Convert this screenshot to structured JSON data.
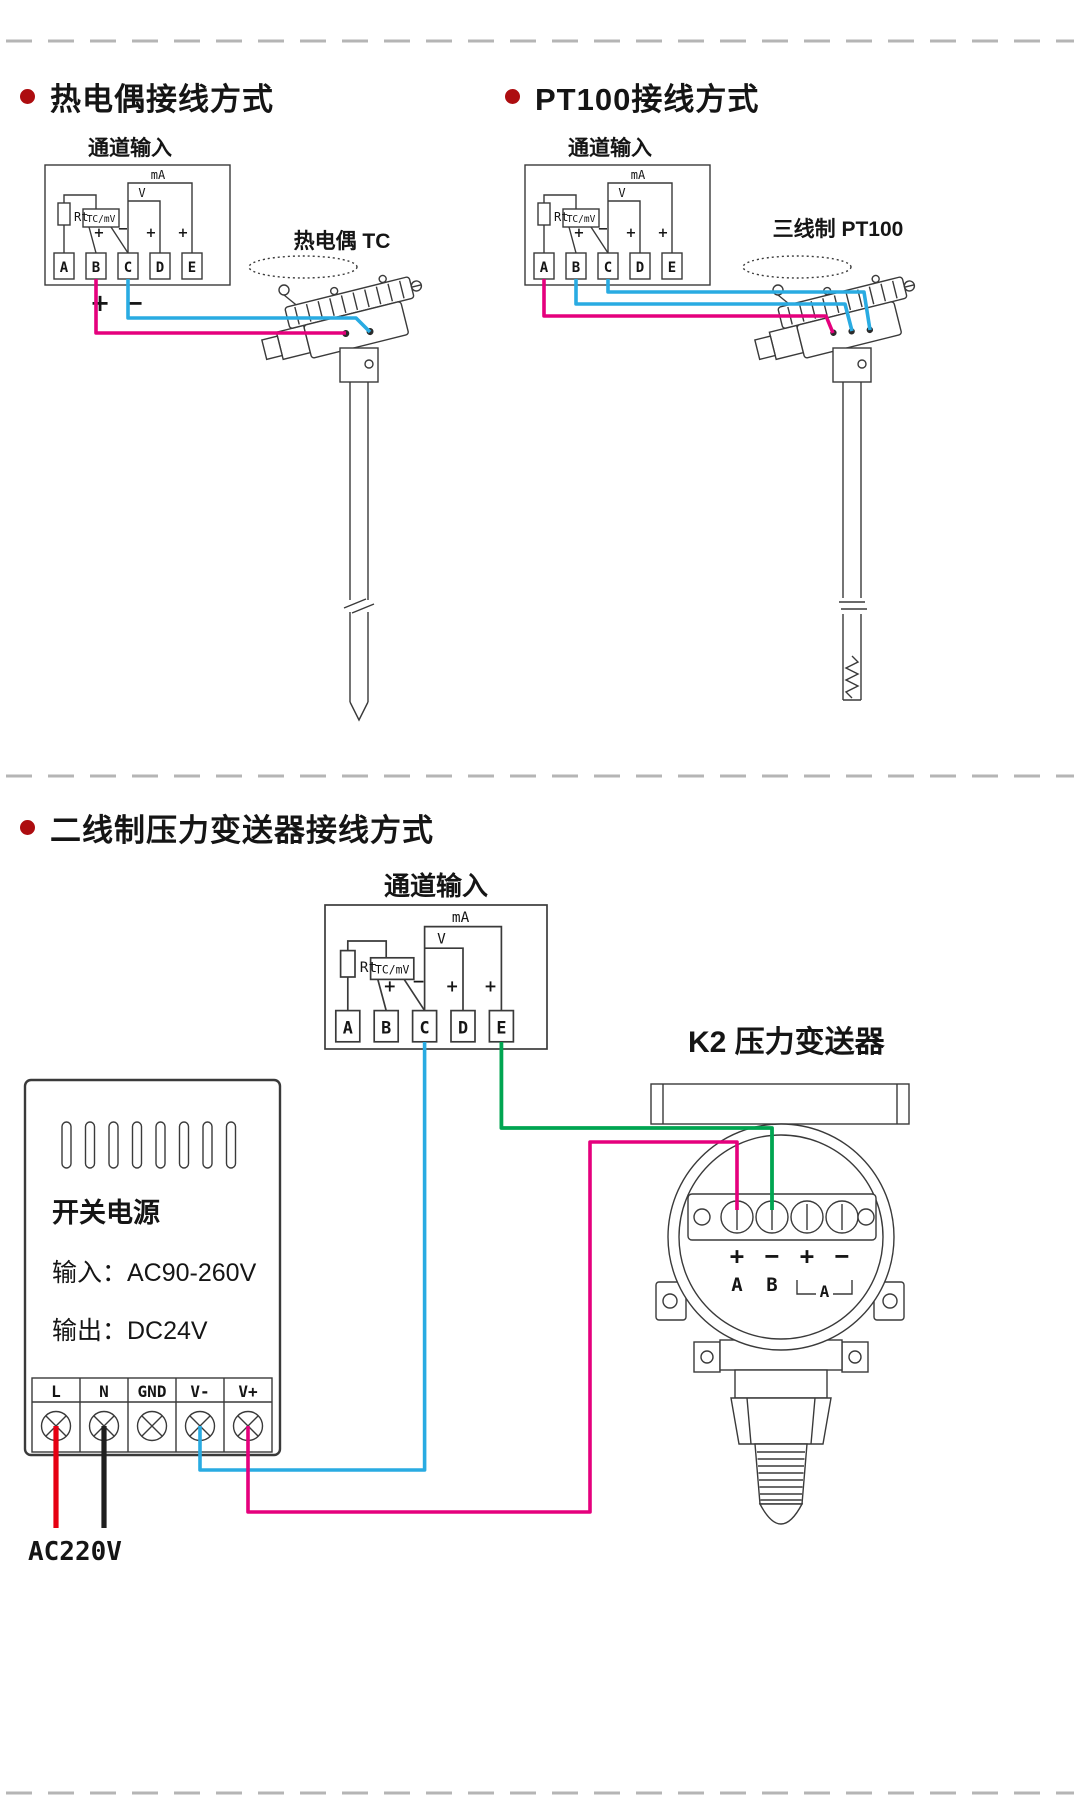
{
  "colors": {
    "wire_pink": "#e5007d",
    "wire_blue": "#29abe2",
    "wire_green": "#00a551",
    "wire_red": "#e60012",
    "wire_black": "#1f1f1f",
    "bullet_red": "#ad0d10",
    "drawing_line": "#3a3a3a"
  },
  "terminal_block": {
    "terminals": [
      "A",
      "B",
      "C",
      "D",
      "E"
    ],
    "rt": "Rt",
    "tc_mv": "TC/mV",
    "v": "V",
    "ma": "mA",
    "plus": "+",
    "minus": "−"
  },
  "sections": {
    "thermocouple": {
      "title": "热电偶接线方式",
      "channel_label": "通道输入",
      "device_label": "热电偶 TC",
      "polarity": {
        "plus": "+",
        "minus": "−"
      }
    },
    "pt100": {
      "title": "PT100接线方式",
      "channel_label": "通道输入",
      "device_label": "三线制 PT100"
    },
    "pressure": {
      "title": "二线制压力变送器接线方式",
      "channel_label": "通道输入",
      "device_label": "K2 压力变送器",
      "psu": {
        "name": "开关电源",
        "input_spec": "输入：AC90-260V",
        "output_spec": "输出：DC24V",
        "terminals": [
          "L",
          "N",
          "GND",
          "V-",
          "V+"
        ],
        "mains_label": "AC220V"
      },
      "transmitter": {
        "signs": [
          "+",
          "−",
          "+",
          "−"
        ],
        "pair_labels": [
          "A",
          "B"
        ],
        "bracket_label": "A"
      }
    }
  }
}
